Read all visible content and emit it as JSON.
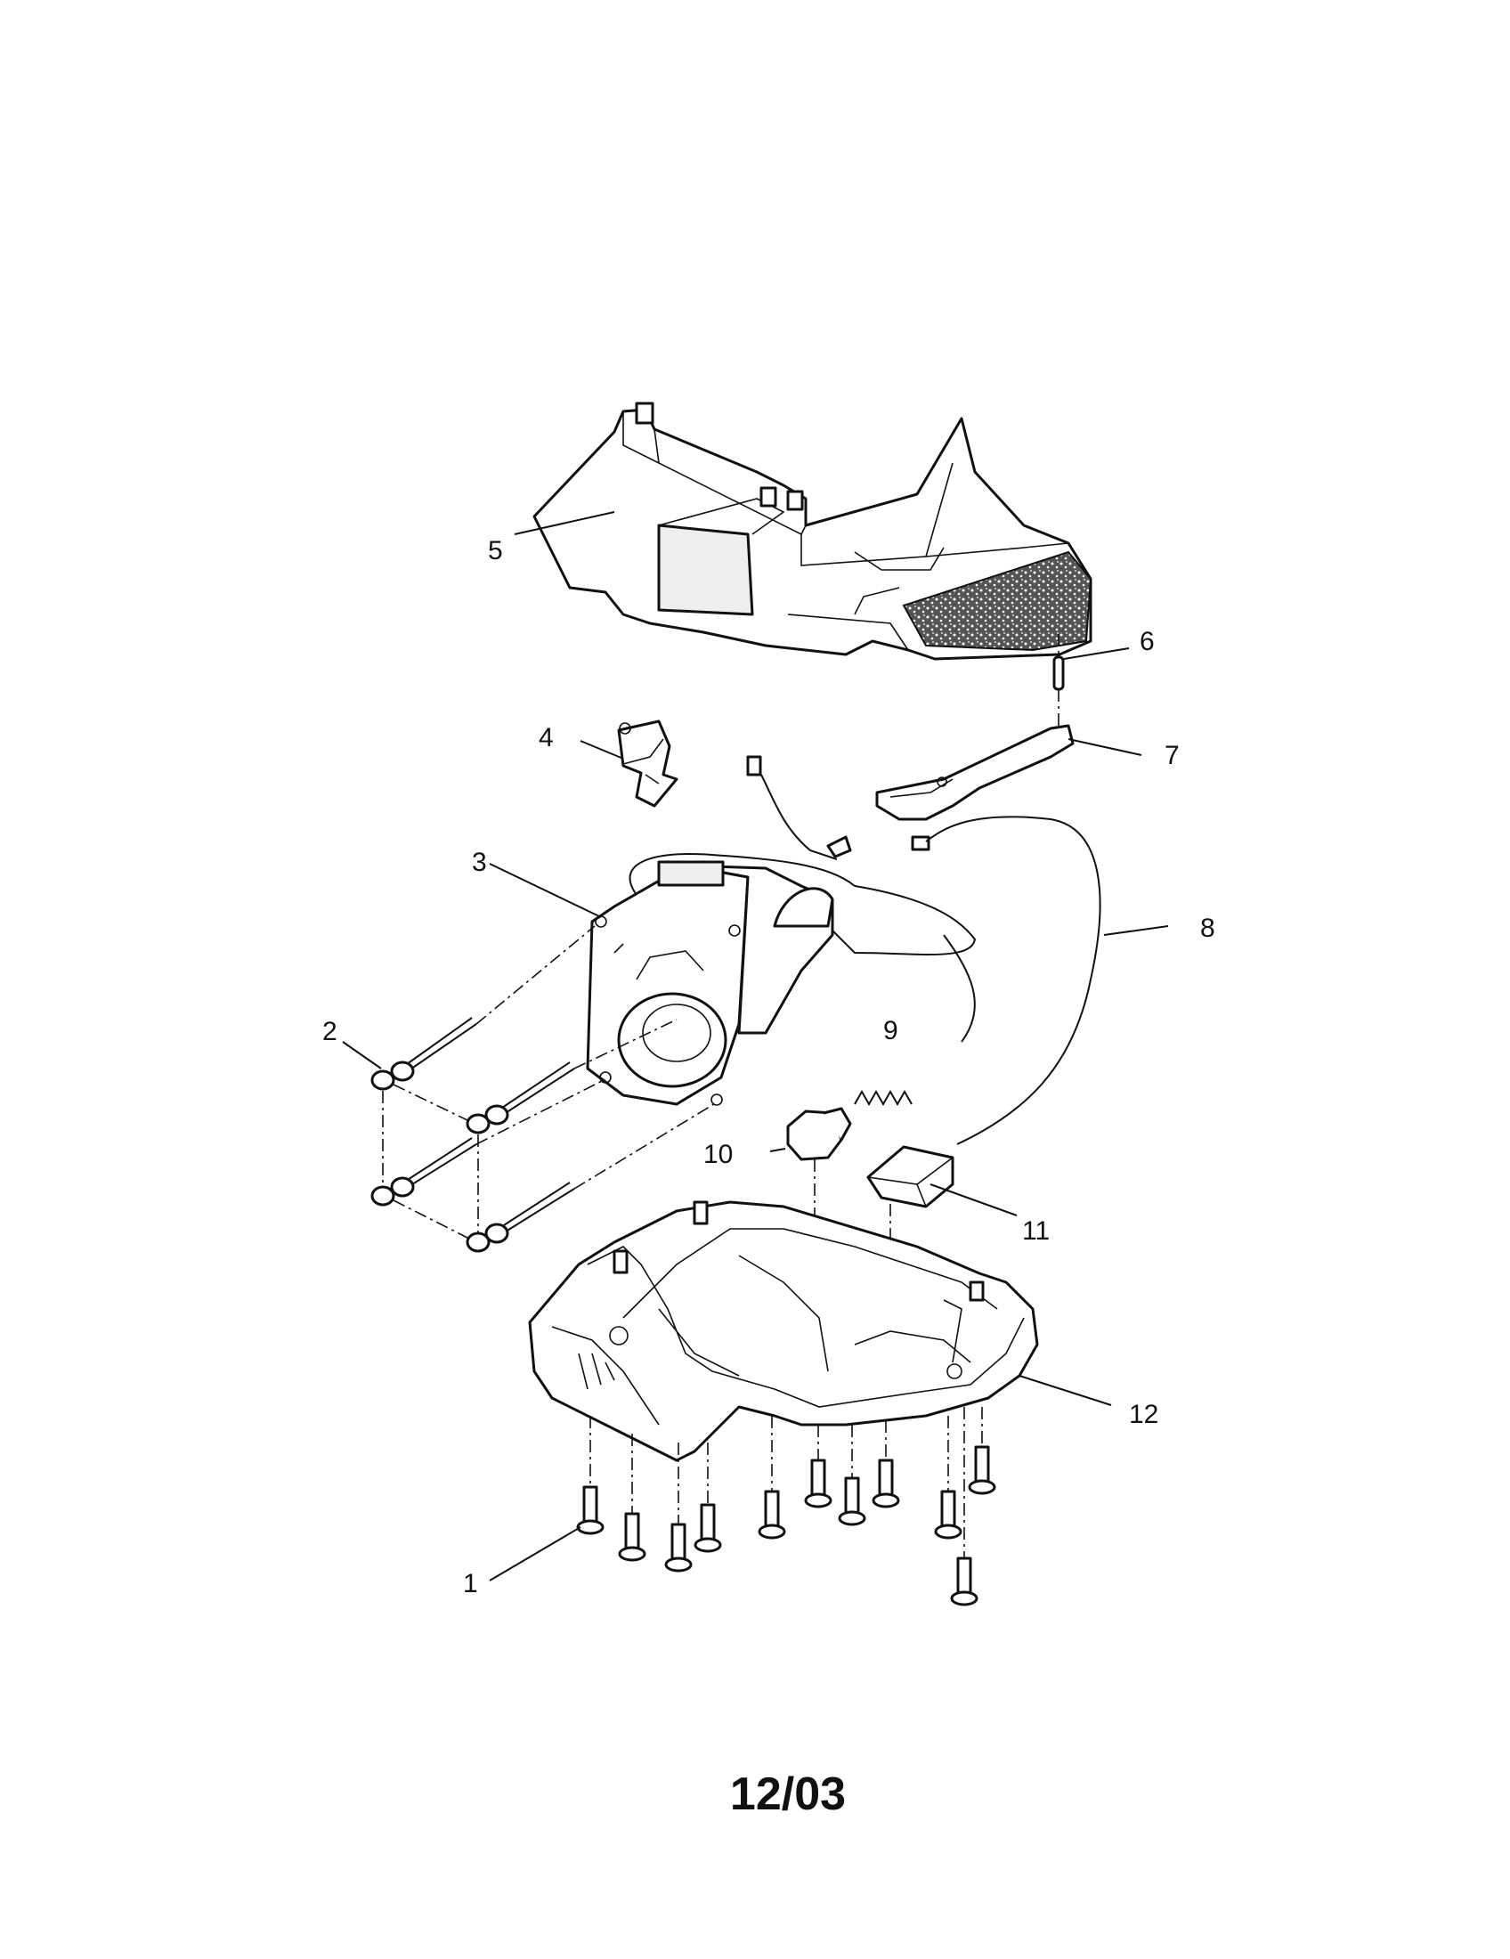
{
  "diagram": {
    "callouts": [
      {
        "id": "1",
        "label": "1"
      },
      {
        "id": "2",
        "label": "2"
      },
      {
        "id": "3",
        "label": "3"
      },
      {
        "id": "4",
        "label": "4"
      },
      {
        "id": "5",
        "label": "5"
      },
      {
        "id": "6",
        "label": "6"
      },
      {
        "id": "7",
        "label": "7"
      },
      {
        "id": "8",
        "label": "8"
      },
      {
        "id": "9",
        "label": "9"
      },
      {
        "id": "10",
        "label": "10"
      },
      {
        "id": "11",
        "label": "11"
      },
      {
        "id": "12",
        "label": "12"
      }
    ],
    "footer": "12/03"
  },
  "colors": {
    "ink": "#111111",
    "background": "#ffffff",
    "grip": "#444444"
  }
}
